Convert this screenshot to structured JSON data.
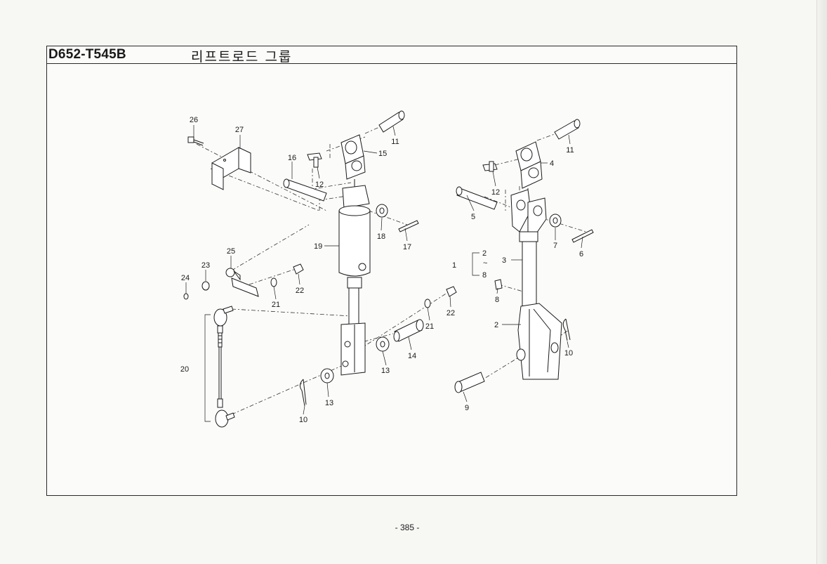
{
  "header": {
    "code": "D652-T545B",
    "title": "리프트로드 그룹"
  },
  "page": {
    "number": "- 385 -"
  },
  "callouts": {
    "c26": "26",
    "c27": "27",
    "c16": "16",
    "c12a": "12",
    "c11a": "11",
    "c15": "15",
    "c18": "18",
    "c17": "17",
    "c19": "19",
    "c25": "25",
    "c23": "23",
    "c24": "24",
    "c22a": "22",
    "c21a": "21",
    "c20": "20",
    "c14": "14",
    "c13a": "13",
    "c13b": "13",
    "c21b": "21",
    "c22b": "22",
    "c10a": "10",
    "c11b": "11",
    "c4": "4",
    "c12b": "12",
    "c5": "5",
    "c7": "7",
    "c6": "6",
    "c1": "1",
    "c2a": "2",
    "c8a": "8",
    "c3": "3",
    "c8b": "8",
    "c2b": "2",
    "c10b": "10",
    "c9": "9",
    "tilde": "~"
  }
}
